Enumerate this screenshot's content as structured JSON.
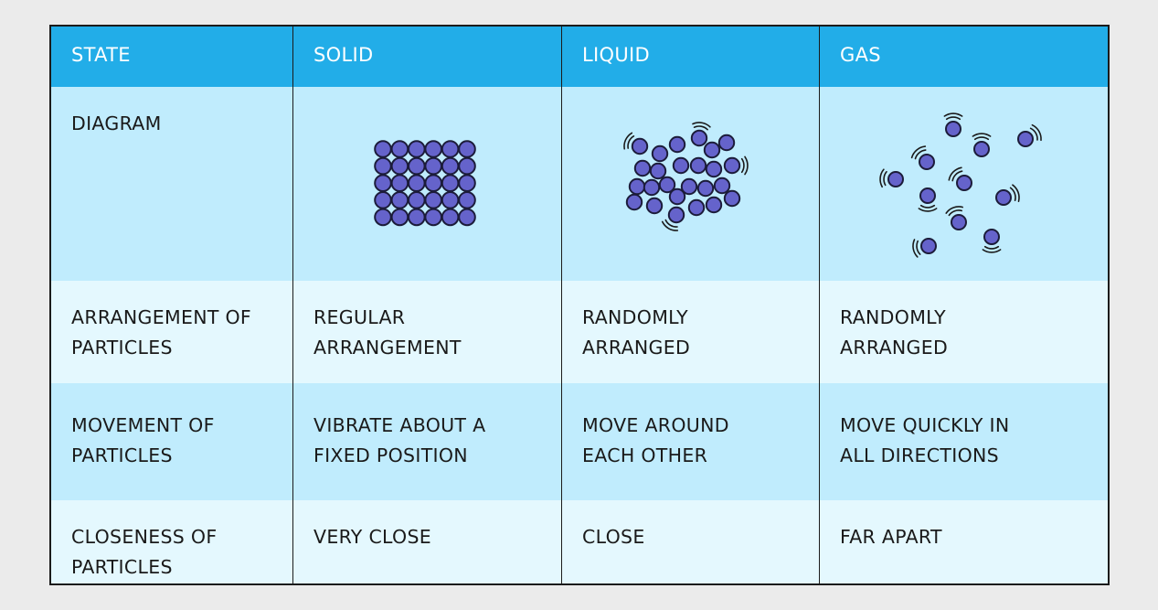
{
  "table": {
    "header": {
      "state": "STATE",
      "solid": "SOLID",
      "liquid": "LIQUID",
      "gas": "GAS"
    },
    "diagram_row": {
      "label": "DIAGRAM"
    },
    "arrangement_row": {
      "label": [
        "ARRANGEMENT OF",
        "PARTICLES"
      ],
      "solid": [
        "REGULAR",
        "ARRANGEMENT"
      ],
      "liquid": [
        "RANDOMLY",
        "ARRANGED"
      ],
      "gas": [
        "RANDOMLY",
        "ARRANGED"
      ]
    },
    "movement_row": {
      "label": [
        "MOVEMENT OF",
        "PARTICLES"
      ],
      "solid": [
        "VIBRATE ABOUT A",
        "FIXED POSITION"
      ],
      "liquid": [
        "MOVE AROUND",
        "EACH OTHER"
      ],
      "gas": [
        "MOVE QUICKLY IN",
        "ALL DIRECTIONS"
      ]
    },
    "closeness_row": {
      "label": [
        "CLOSENESS OF",
        "PARTICLES"
      ],
      "solid": [
        "VERY CLOSE"
      ],
      "liquid": [
        "CLOSE"
      ],
      "gas": [
        "FAR APART"
      ]
    }
  },
  "colors": {
    "header": "#22ade8",
    "row_dark": "#c0ecfd",
    "row_light": "#e4f8fe",
    "particle": "#6563cb",
    "background": "#ebebeb"
  }
}
